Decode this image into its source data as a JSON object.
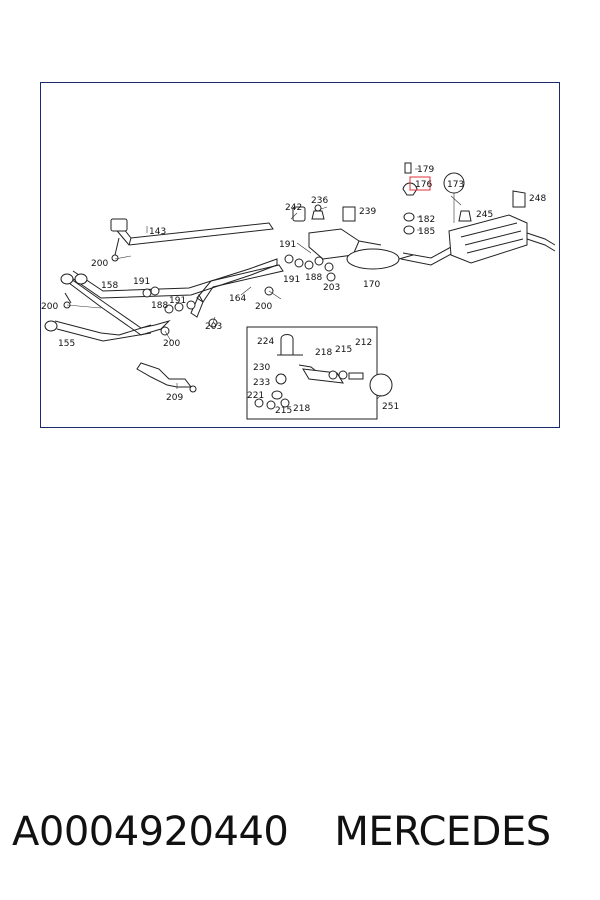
{
  "diagram": {
    "labels": {
      "p179": "179",
      "p176": "176",
      "p173": "173",
      "p248": "248",
      "p242": "242",
      "p236": "236",
      "p239": "239",
      "p182": "182",
      "p245": "245",
      "p185": "185",
      "p143": "143",
      "p200a": "200",
      "p191a": "191",
      "p188a": "188",
      "p191b": "191",
      "p203a": "203",
      "p170": "170",
      "p158": "158",
      "p191c": "191",
      "p200b": "200",
      "p188b": "188",
      "p191d": "191",
      "p164": "164",
      "p200c": "200",
      "p203b": "203",
      "p155": "155",
      "p200d": "200",
      "p224": "224",
      "p212": "212",
      "p218a": "218",
      "p215a": "215",
      "p230": "230",
      "p233": "233",
      "p221": "221",
      "p215b": "215",
      "p218b": "218",
      "p251": "251",
      "p209": "209"
    },
    "highlight_color": "#e0303a",
    "frame_color": "#1a2a6c"
  },
  "footer": {
    "part_number": "A0004920440",
    "brand": "MERCEDES"
  }
}
